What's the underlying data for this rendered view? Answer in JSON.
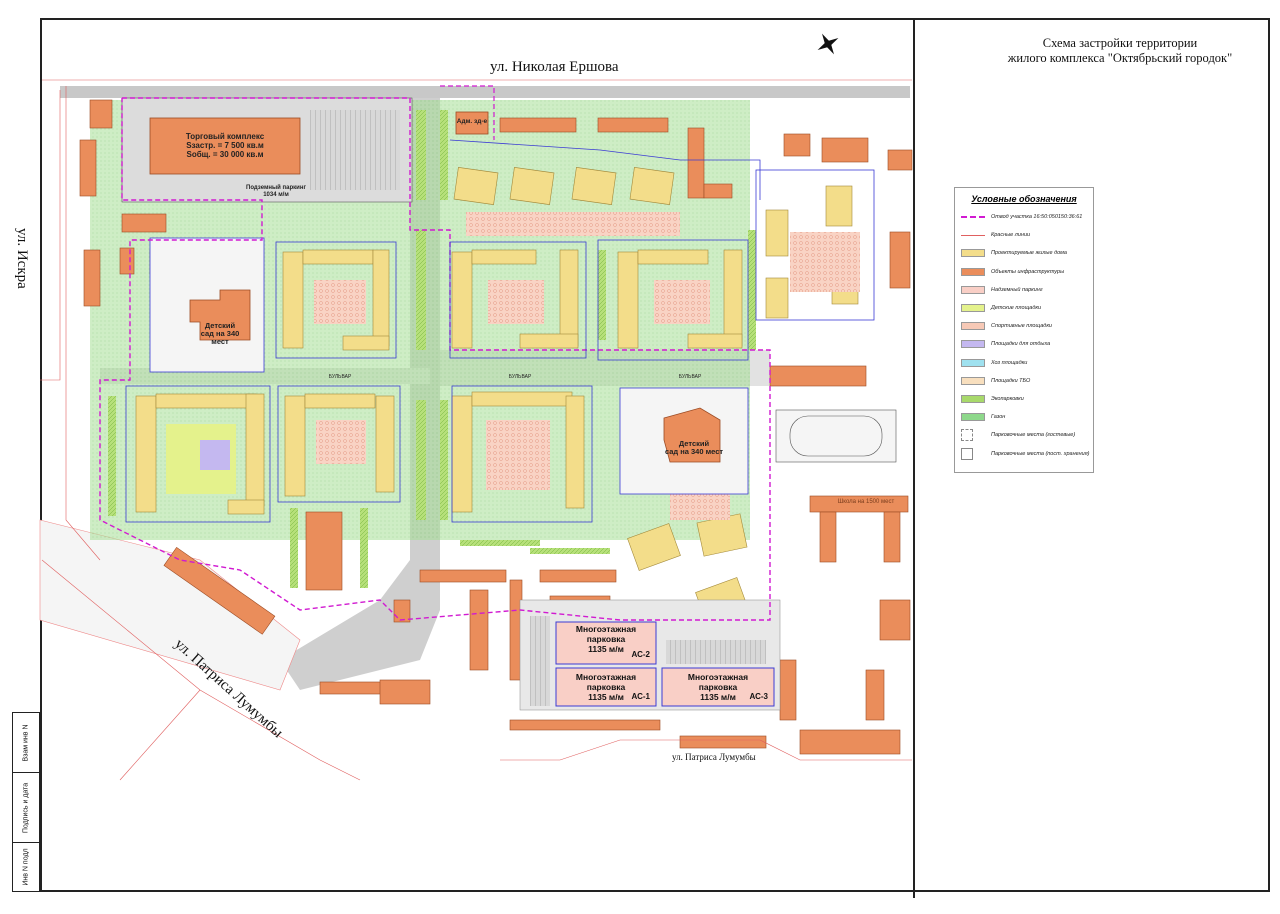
{
  "header": {
    "title_line1": "Схема застройки территории",
    "title_line2": "жилого комплекса \"Октябрьский городок\""
  },
  "streets": {
    "north": "ул. Николая Ершова",
    "west": "ул. Искра",
    "southwest": "ул. Патриса Лумумбы",
    "south": "ул. Патриса Лумумбы"
  },
  "legend": {
    "title": "Условные обозначения",
    "items": [
      {
        "label": "Отвод участка 16:50:050150:36:61",
        "color": "#d11ad1",
        "style": "dash"
      },
      {
        "label": "Красные линии",
        "color": "#e06060",
        "style": "line"
      },
      {
        "label": "Проектируемые жилые дома",
        "color": "#f3dd8a",
        "style": "fill"
      },
      {
        "label": "Объекты инфраструктуры",
        "color": "#ea8d5b",
        "style": "fill"
      },
      {
        "label": "Надземный паркинг",
        "color": "#f9cfc6",
        "style": "fill"
      },
      {
        "label": "Детские площадки",
        "color": "#e4f28c",
        "style": "fill"
      },
      {
        "label": "Спортивные площадки",
        "color": "#f7c9b6",
        "style": "fill"
      },
      {
        "label": "Площадки для отдыха",
        "color": "#c4b8f0",
        "style": "fill"
      },
      {
        "label": "Хоз площадки",
        "color": "#9fe1ef",
        "style": "fill"
      },
      {
        "label": "Площадки ТБО",
        "color": "#f8dfbe",
        "style": "fill"
      },
      {
        "label": "Экопарковки",
        "color": "#a8d96b",
        "style": "fill"
      },
      {
        "label": "Газон",
        "color": "#8ed88b",
        "style": "fill"
      },
      {
        "label": "Парковочные места (гостевые)",
        "color": "#888888",
        "style": "outline"
      },
      {
        "label": "Парковочные места (пост. хранения)",
        "color": "#888888",
        "style": "outline2"
      }
    ]
  },
  "map": {
    "mall": {
      "title": "Торговый комплекс",
      "line2": "Sзастр. = 7 500 кв.м",
      "line3": "Sобщ. = 30 000 кв.м"
    },
    "underground_parking": {
      "line1": "Подземный паркинг",
      "line2": "1034 м/м"
    },
    "kindergarten_1": {
      "line1": "Детский",
      "line2": "сад на 340 мест"
    },
    "kindergarten_2": {
      "line1": "Детский",
      "line2": "сад на 340 мест"
    },
    "admin": "Адм. зд-е",
    "school": "Школа на 1500 мест",
    "boulevard": "БУЛЬВАР",
    "garages": [
      {
        "line1": "Многоэтажная",
        "line2": "парковка",
        "line3": "1135 м/м",
        "code": "АС-2"
      },
      {
        "line1": "Многоэтажная",
        "line2": "парковка",
        "line3": "1135 м/м",
        "code": "АС-1"
      },
      {
        "line1": "Многоэтажная",
        "line2": "парковка",
        "line3": "1135 м/м",
        "code": "АС-3"
      }
    ]
  },
  "stamp": {
    "cells": [
      "Взам инв N",
      "Подпись и дата",
      "Инв N подл"
    ]
  }
}
